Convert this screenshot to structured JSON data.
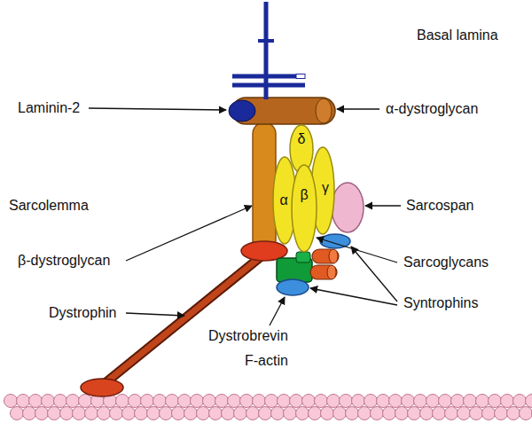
{
  "diagram": {
    "nodes": [
      {
        "text": [
          "Basal lamina"
        ]
      },
      {
        "text": [
          "Sarcolemma"
        ]
      },
      {
        "text": [
          "δ"
        ]
      },
      {
        "text": [
          "α"
        ]
      },
      {
        "text": [
          "β"
        ]
      },
      {
        "text": [
          "γ"
        ]
      }
    ],
    "labels": [
      "Laminin-2",
      "α-dystroglycan",
      "Sarcospan",
      "β-dystroglycan",
      "Sarcoglycans",
      "Dystrophin",
      "Syntrophins",
      "Dystrobrevin",
      "F-actin"
    ]
  }
}
